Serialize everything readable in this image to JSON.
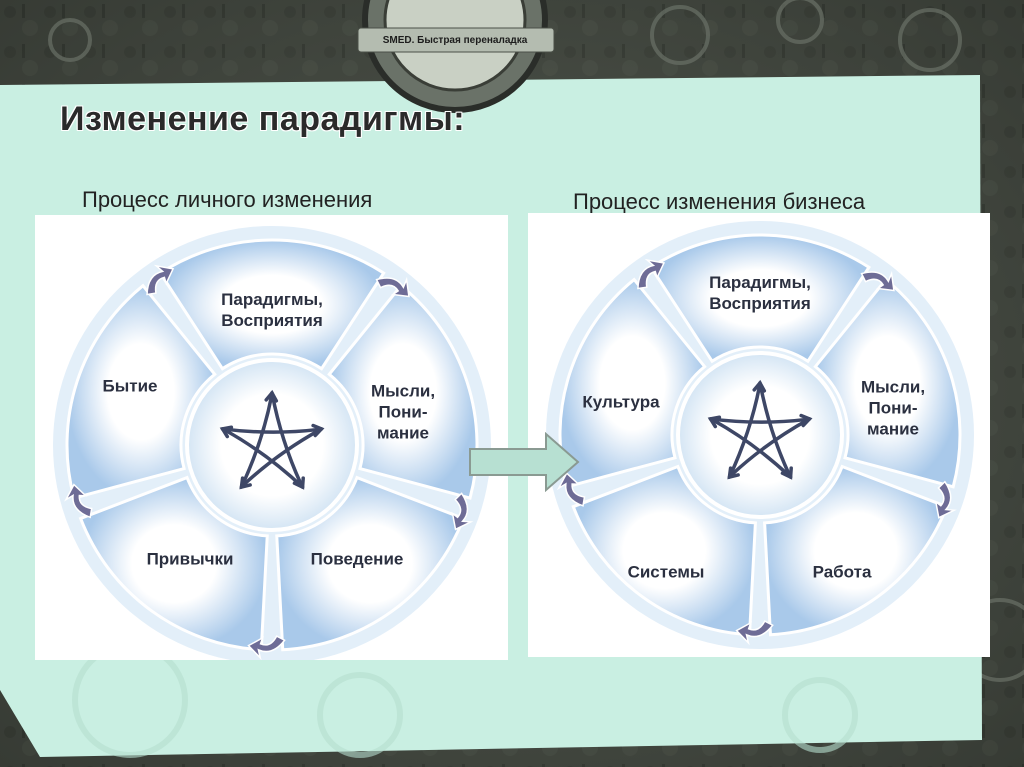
{
  "header": {
    "banner": "SMED. Быстрая переналадка"
  },
  "title": "Изменение парадигмы:",
  "left": {
    "subtitle": "Процесс личного изменения",
    "segments": {
      "top": [
        "Парадигмы,",
        "Восприятия"
      ],
      "right": [
        "Мысли,",
        "Пони-",
        "мание"
      ],
      "bottom_right": [
        "Поведение"
      ],
      "bottom_left": [
        "Привычки"
      ],
      "left": [
        "Бытие"
      ]
    }
  },
  "right": {
    "subtitle": "Процесс изменения бизнеса",
    "segments": {
      "top": [
        "Парадигмы,",
        "Восприятия"
      ],
      "right": [
        "Мысли,",
        "Пони-",
        "мание"
      ],
      "bottom_right": [
        "Работа"
      ],
      "bottom_left": [
        "Системы"
      ],
      "left": [
        "Культура"
      ]
    }
  },
  "colors": {
    "slide_bg": "#c9efe2",
    "wheel": "#bcd6ee",
    "arrow": "#6e6c96",
    "transition_arrow": "#b7e0d2"
  }
}
